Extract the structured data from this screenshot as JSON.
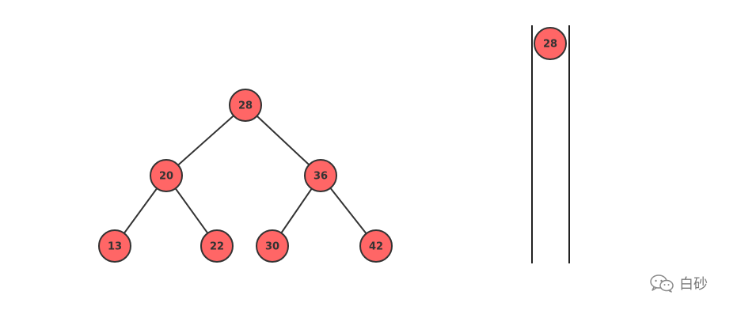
{
  "tree": {
    "nodes": [
      {
        "id": "n28",
        "label": "28"
      },
      {
        "id": "n20",
        "label": "20"
      },
      {
        "id": "n36",
        "label": "36"
      },
      {
        "id": "n13",
        "label": "13"
      },
      {
        "id": "n22",
        "label": "22"
      },
      {
        "id": "n30",
        "label": "30"
      },
      {
        "id": "n42",
        "label": "42"
      }
    ],
    "edges": [
      [
        "n28",
        "n20"
      ],
      [
        "n28",
        "n36"
      ],
      [
        "n20",
        "n13"
      ],
      [
        "n20",
        "n22"
      ],
      [
        "n36",
        "n30"
      ],
      [
        "n36",
        "n42"
      ]
    ]
  },
  "stack": {
    "items": [
      "28"
    ]
  },
  "watermark": {
    "icon": "wechat-icon",
    "text": "白砂"
  }
}
